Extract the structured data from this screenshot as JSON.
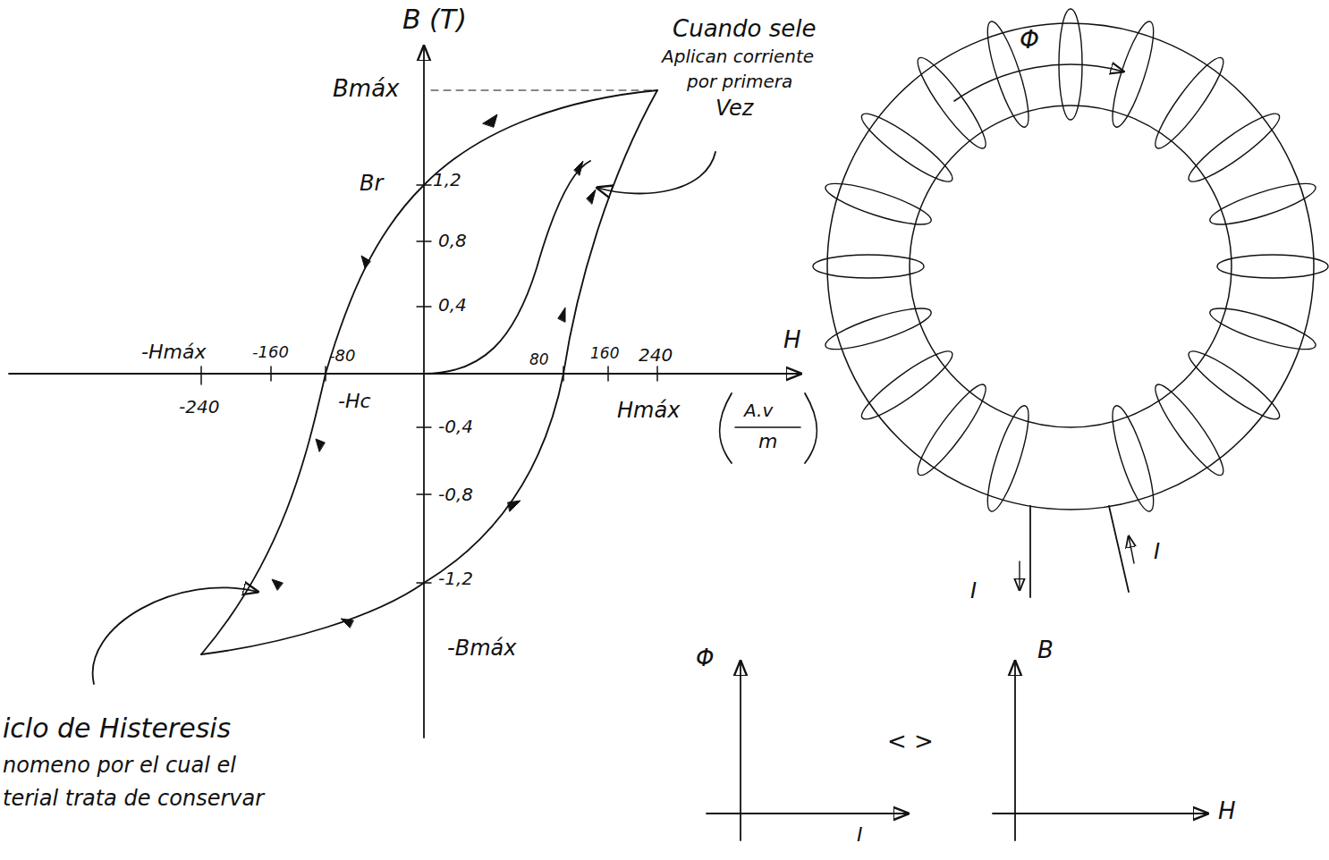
{
  "diagram": {
    "labels": [
      "B (T)",
      "Bmáx",
      "Br",
      "1,2",
      "0,8",
      "0,4",
      "-0,4",
      "-0,8",
      "-1,2",
      "-Bmáx",
      "-Hmáx",
      "-160",
      "-80",
      "80",
      "160",
      "240",
      "H",
      "-240",
      "-Hc",
      "Hmáx",
      "A.v",
      "m",
      "Cuando sele",
      "Aplican corriente",
      "por primera",
      "Vez",
      "Φ",
      "I",
      "I",
      "Φ",
      "I",
      "< >",
      "B",
      "H",
      "iclo de Histeresis",
      "nomeno por el cual el",
      "terial trata de conservar"
    ]
  }
}
